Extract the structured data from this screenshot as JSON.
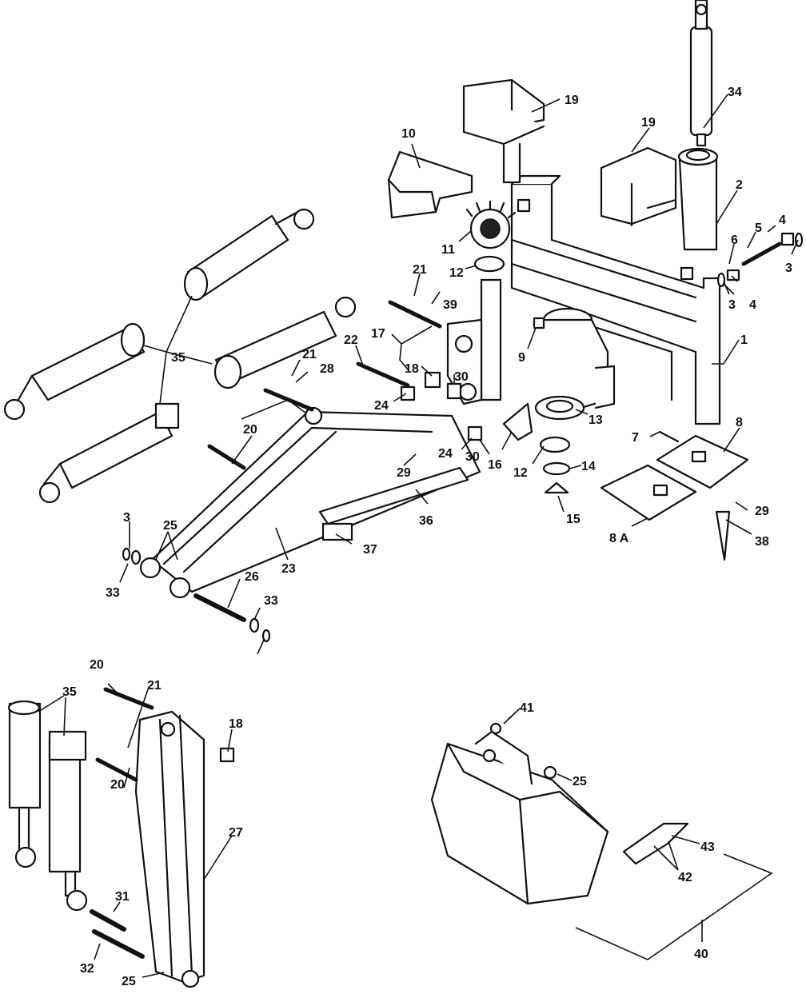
{
  "callouts": [
    "1",
    "2",
    "3",
    "4",
    "4",
    "5",
    "6",
    "3",
    "3",
    "7",
    "8",
    "8 A",
    "9",
    "10",
    "11",
    "12",
    "12",
    "13",
    "14",
    "15",
    "16",
    "17",
    "18",
    "19",
    "19",
    "20",
    "21",
    "21",
    "22",
    "23",
    "24",
    "24",
    "25",
    "26",
    "3",
    "33",
    "28",
    "29",
    "29",
    "30",
    "30",
    "33",
    "34",
    "35",
    "36",
    "37",
    "38",
    "39",
    "35",
    "20",
    "21",
    "20",
    "18",
    "27",
    "31",
    "32",
    "25",
    "41",
    "25",
    "43",
    "42",
    "40"
  ]
}
